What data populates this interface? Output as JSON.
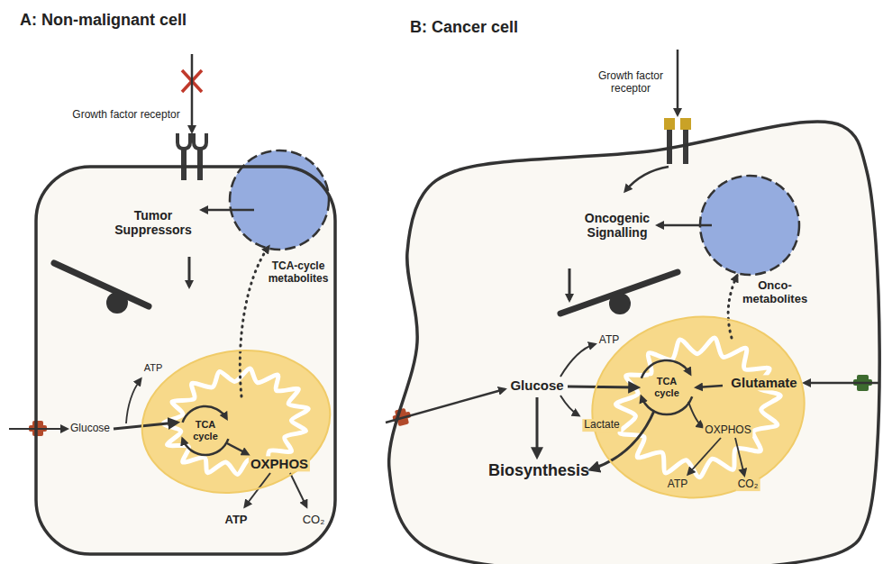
{
  "diagram": {
    "nodes": [
      {
        "text": [
          "A: Non-malignant cell"
        ]
      },
      {
        "text": [
          "TCA cycle",
          "OXPHOS"
        ],
        "in": 0
      },
      {
        "text": [
          "B: Cancer cell"
        ]
      },
      {
        "text": [
          "TCA cycle"
        ],
        "in": 2
      }
    ],
    "labels": [
      "Growth factor receptor",
      "Tumor Suppressors",
      "TCA-cycle metabolites",
      "Glucose",
      "ATP",
      "ATP",
      "CO₂",
      "Growth factor receptor",
      "Oncogenic Signalling",
      "Onco-metabolites",
      "Glucose",
      "ATP",
      "Lactate",
      "Biosynthesis",
      "Glutamate",
      "OXPHOS",
      "ATP",
      "CO₂"
    ]
  }
}
